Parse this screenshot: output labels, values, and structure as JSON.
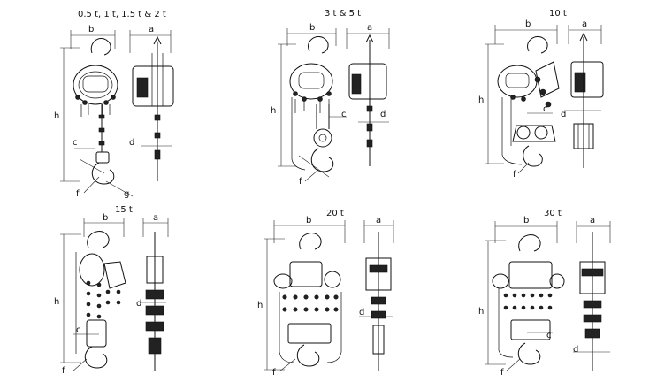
{
  "panels": [
    {
      "id": "p1",
      "title": "0.5 t, 1 t, 1.5 t & 2 t",
      "labels": {
        "a": "a",
        "b": "b",
        "c": "c",
        "d": "d",
        "f": "f",
        "g": "g",
        "h": "h"
      }
    },
    {
      "id": "p2",
      "title": "3 t & 5 t",
      "labels": {
        "a": "a",
        "b": "b",
        "c": "c",
        "d": "d",
        "f": "f",
        "h": "h"
      }
    },
    {
      "id": "p3",
      "title": "10 t",
      "labels": {
        "a": "a",
        "b": "b",
        "c": "c",
        "d": "d",
        "f": "f",
        "h": "h"
      }
    },
    {
      "id": "p4",
      "title": "15 t",
      "labels": {
        "a": "a",
        "b": "b",
        "c": "c",
        "d": "d",
        "f": "f",
        "h": "h"
      }
    },
    {
      "id": "p5",
      "title": "20 t",
      "labels": {
        "a": "a",
        "b": "b",
        "d": "d",
        "f": "f",
        "h": "h"
      }
    },
    {
      "id": "p6",
      "title": "30 t",
      "labels": {
        "a": "a",
        "b": "b",
        "c": "c",
        "d": "d",
        "f": "f",
        "h": "h"
      }
    }
  ],
  "colors": {
    "ink": "#111111",
    "background": "#ffffff"
  }
}
